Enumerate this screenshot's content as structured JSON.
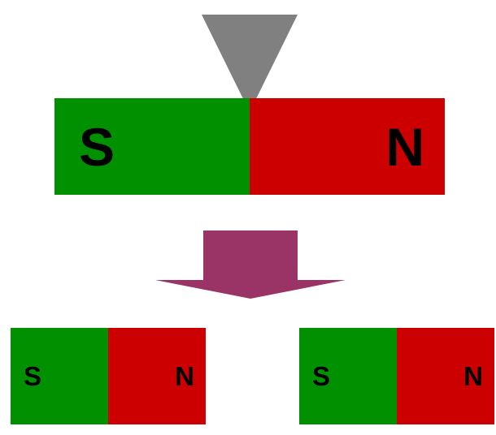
{
  "colors": {
    "south": "#009000",
    "north": "#cc0000",
    "blade": "#808080",
    "arrow": "#9a3466"
  },
  "top_magnet": {
    "south_label": "S",
    "north_label": "N"
  },
  "bottom_magnets": [
    {
      "south_label": "S",
      "north_label": "N"
    },
    {
      "south_label": "S",
      "north_label": "N"
    }
  ]
}
